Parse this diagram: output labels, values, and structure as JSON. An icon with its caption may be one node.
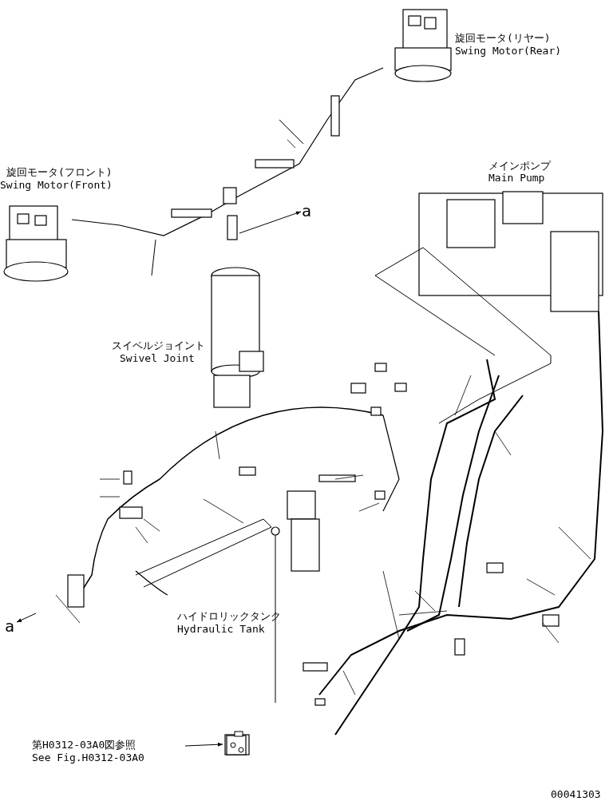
{
  "diagram": {
    "nodes": [
      {
        "text": [
          "a"
        ]
      },
      {
        "text": [
          "a"
        ]
      },
      {
        "text": [
          "第H0312-03A0図参照",
          "See Fig.H0312-03A0"
        ]
      },
      {
        "text": [],
        "shape": "picture"
      }
    ],
    "edges": [
      {
        "from": null,
        "to": 0,
        "arrow": "to"
      },
      {
        "from": null,
        "to": 1,
        "arrow": "to"
      },
      {
        "from": 2,
        "to": 3,
        "arrow": "to"
      }
    ],
    "labels": [
      "旋回モータ(リヤー)",
      "Swing Motor(Rear)",
      "メインポンプ",
      "Main Pump",
      "旋回モータ(フロント)",
      "Swing Motor(Front)",
      "スイベルジョイント",
      "Swivel Joint",
      "ハイドロリックタンク",
      "Hydraulic Tank",
      "00041303"
    ]
  }
}
